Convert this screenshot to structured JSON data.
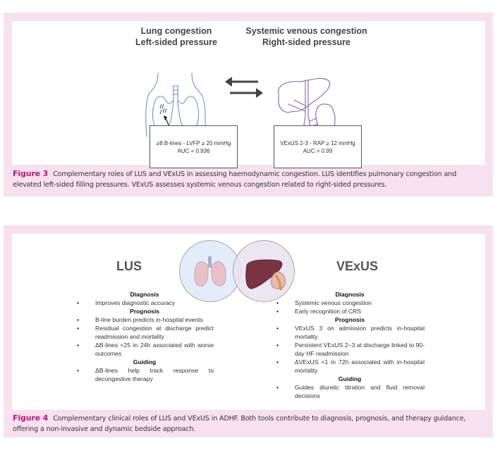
{
  "figure3": {
    "left_title": [
      "Lung congestion",
      "Left-sided pressure"
    ],
    "right_title": [
      "Systemic venous congestion",
      "Right-sided pressure"
    ],
    "left_box": [
      "≥8 B-lines -  LVFP ≥ 20 mmHg",
      "AUC = 0.936"
    ],
    "right_box": [
      "VExUS 2-3 - RAP ≥ 12 mmHg",
      "AUC = 0.99"
    ],
    "illustrations": {
      "left": "chest-lungs-outline-icon",
      "right": "liver-kidney-veins-icon",
      "arrows": "exchange-arrows-icon"
    },
    "colors": {
      "lung_line": "#6f95d6",
      "venous_line": "#8b6fc9"
    },
    "caption_label": "Figure 3",
    "caption_text": "Complementary roles of LUS and VExUS in assessing haemodynamic congestion. LUS identifies pulmonary congestion and elevated left-sided filling pressures. VExUS assesses systemic venous congestion related to right-sided pressures."
  },
  "figure4": {
    "lus_title": "LUS",
    "vexus_title": "VExUS",
    "lus": {
      "diagnosis_heading": "Diagnosis",
      "diagnosis": [
        "Improves diagnostic accuracy"
      ],
      "prognosis_heading": "Prognosis",
      "prognosis": [
        "B-line burden predicts in-hospital events",
        "Residual congestion at discharge predict readmission and mortality",
        "ΔB-lines <25 in 24h associated with worse outcomes"
      ],
      "guiding_heading": "Guiding",
      "guiding": [
        "ΔB-lines help track response to decongestive therapy"
      ]
    },
    "vexus": {
      "diagnosis_heading": "Diagnosis",
      "diagnosis": [
        "Systemic venous congestion",
        "Early recognition of CRS"
      ],
      "prognosis_heading": "Prognosis",
      "prognosis": [
        "VExUS 3 on admission predicts in-hospital mortality",
        "Persistent VExUS 2−3 at discharge linked to 90-day HF readmission",
        "ΔVExUS <1 in 72h associated with in-hospital mortality"
      ],
      "guiding_heading": "Guiding",
      "guiding": [
        "Guides diuretic titration and fluid removal decisions"
      ]
    },
    "illustrations": {
      "left": "lungs-icon",
      "right": "liver-kidney-icon"
    },
    "caption_label": "Figure 4",
    "caption_text": "Complementary clinical roles of LUS and VExUS in ADHF. Both tools contribute to diagnosis, prognosis, and therapy guidance, offering a non-invasive and dynamic bedside approach."
  },
  "colors": {
    "panel_bg": "#f7e1ee",
    "figure_label": "#c4127a"
  }
}
